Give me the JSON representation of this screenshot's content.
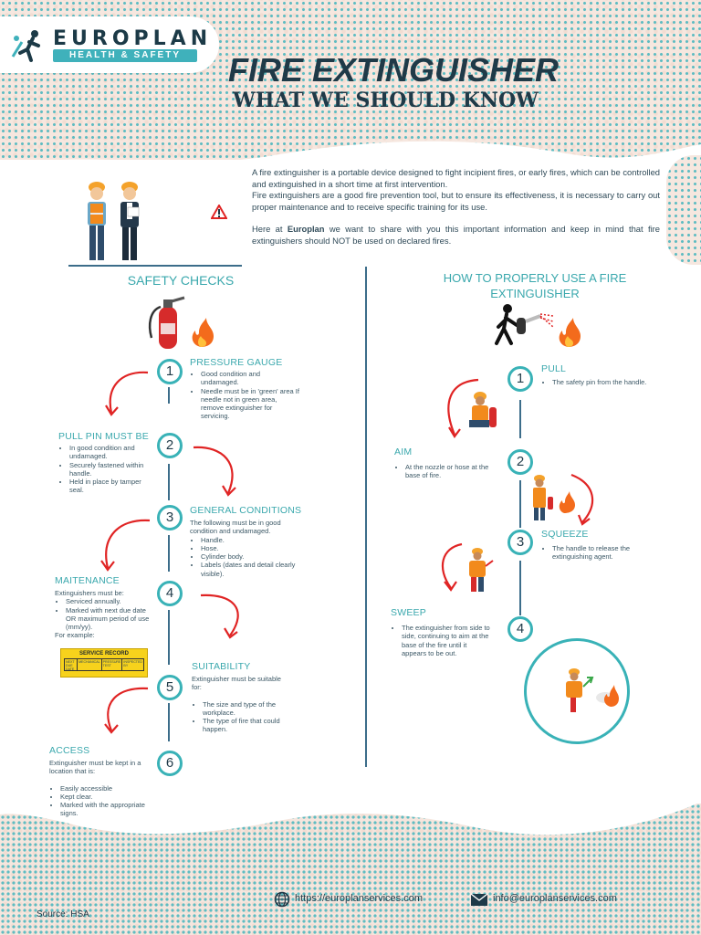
{
  "brand": {
    "name": "EUROPLAN",
    "tagline": "HEALTH & SAFETY"
  },
  "title": {
    "main": "FIRE EXTINGUISHER",
    "sub": "WHAT WE SHOULD KNOW"
  },
  "intro": {
    "p1": "A fire extinguisher is a portable device designed to fight incipient fires, or early fires, which can be controlled and extinguished in a short time at first intervention.",
    "p2": "Fire extinguishers are a good fire prevention tool, but to ensure its effectiveness, it is necessary to carry out proper maintenance and to receive specific training for its use.",
    "p3_before": "Here at ",
    "p3_brand": "Europlan",
    "p3_after": " we want to share with you this important information and keep in mind that fire extinguishers should NOT be used on declared fires."
  },
  "safety_checks": {
    "title": "SAFETY CHECKS",
    "numbers": [
      "1",
      "2",
      "3",
      "4",
      "5",
      "6"
    ],
    "items": [
      {
        "heading": "PRESSURE GAUGE",
        "bullets": [
          "Good condition and undamaged.",
          "Needle must be in 'green' area If needle not in green area, remove extinguisher for servicing."
        ]
      },
      {
        "heading": "PULL PIN MUST BE",
        "bullets": [
          "In good condition and undamaged.",
          "Securely fastened within handle.",
          "Held in place by tamper seal."
        ]
      },
      {
        "heading": "GENERAL CONDITIONS",
        "intro": "The following must be in good condition and undamaged.",
        "bullets": [
          "Handle.",
          "Hose.",
          "Cylinder body.",
          "Labels (dates and detail clearly visible)."
        ]
      },
      {
        "heading": "MAITENANCE",
        "intro": "Extinguishers must be:",
        "bullets": [
          "Serviced annually.",
          "Marked with next due date OR maximum period of use (mm/yy)."
        ],
        "outro": "For example:"
      },
      {
        "heading": "SUITABILITY",
        "intro": "Extinguisher must be suitable for:",
        "bullets": [
          "The size and type of the workplace.",
          "The type of fire that could happen."
        ]
      },
      {
        "heading": "ACCESS",
        "intro": "Extinguisher must be kept in a location that is:",
        "bullets": [
          "Easily accessible",
          "Kept clear.",
          "Marked with the appropriate signs."
        ]
      }
    ],
    "service_record": {
      "title": "SERVICE RECORD",
      "cols": [
        "NEXT DUE DATE",
        "MECHANICAL",
        "PRESSURE TEST",
        "INSPECTED BY"
      ]
    }
  },
  "how_to": {
    "title": "HOW TO PROPERLY USE A FIRE EXTINGUISHER",
    "numbers": [
      "1",
      "2",
      "3",
      "4"
    ],
    "steps": [
      {
        "heading": "PULL",
        "bullets": [
          "The safety pin from the handle."
        ]
      },
      {
        "heading": "AIM",
        "bullets": [
          "At the nozzle or hose at the base of fire."
        ]
      },
      {
        "heading": "SQUEEZE",
        "bullets": [
          "The handle to release the extinguishing agent."
        ]
      },
      {
        "heading": "SWEEP",
        "bullets": [
          "The extinguisher from side to side, continuing to aim at the base of the fire until it appears to be out."
        ]
      }
    ]
  },
  "footer": {
    "website": "https://europlanservices.com",
    "email": "info@europlanservices.com",
    "source": "Source: HSA"
  },
  "colors": {
    "teal": "#39b2b7",
    "navy": "#1f3a48",
    "red": "#e02424",
    "orange": "#f4a22b",
    "cream": "#f6e7df"
  },
  "icons": [
    "workers-illustration",
    "warning-icon",
    "fire-extinguisher-icon",
    "fire-icon",
    "person-extinguisher-icon",
    "globe-icon",
    "mail-icon",
    "curved-arrow-icon"
  ]
}
